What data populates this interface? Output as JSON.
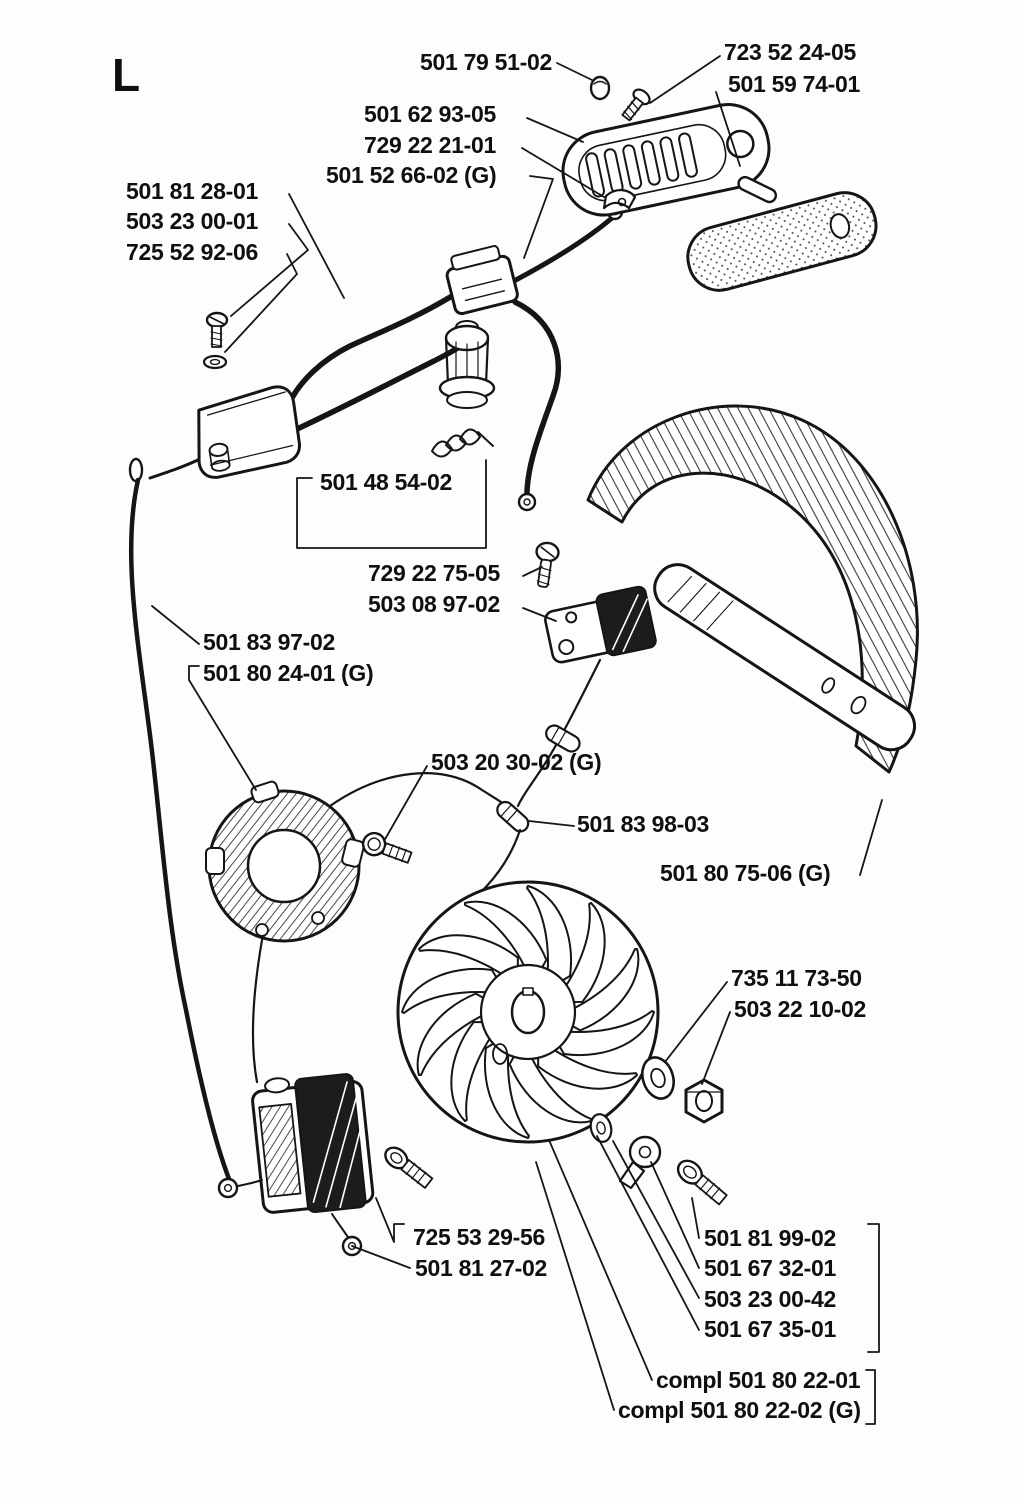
{
  "page": {
    "section_letter": "L"
  },
  "colors": {
    "ink": "#151515",
    "paper": "#fdfdfb"
  },
  "labels": [
    {
      "part": "501 79 51-02"
    },
    {
      "part": "723 52 24-05"
    },
    {
      "part": "501 59 74-01"
    },
    {
      "part": "501 62 93-05"
    },
    {
      "part": "729 22 21-01"
    },
    {
      "part": "501 52 66-02 (G)"
    },
    {
      "part": "501 81 28-01"
    },
    {
      "part": "503 23 00-01"
    },
    {
      "part": "725 52 92-06"
    },
    {
      "part": "501 48 54-02"
    },
    {
      "part": "729 22 75-05"
    },
    {
      "part": "503 08 97-02"
    },
    {
      "part": "501 83 97-02"
    },
    {
      "part": "501 80 24-01 (G)"
    },
    {
      "part": "503 20 30-02 (G)"
    },
    {
      "part": "501 83 98-03"
    },
    {
      "part": "501 80 75-06 (G)"
    },
    {
      "part": "735 11 73-50"
    },
    {
      "part": "503 22 10-02"
    },
    {
      "part": "725 53 29-56"
    },
    {
      "part": "501 81 27-02"
    },
    {
      "part": "501 81 99-02"
    },
    {
      "part": "501 67 32-01"
    },
    {
      "part": "503 23 00-42"
    },
    {
      "part": "501 67 35-01"
    },
    {
      "part": "compl 501 80 22-01"
    },
    {
      "part": "compl 501 80 22-02 (G)"
    }
  ]
}
